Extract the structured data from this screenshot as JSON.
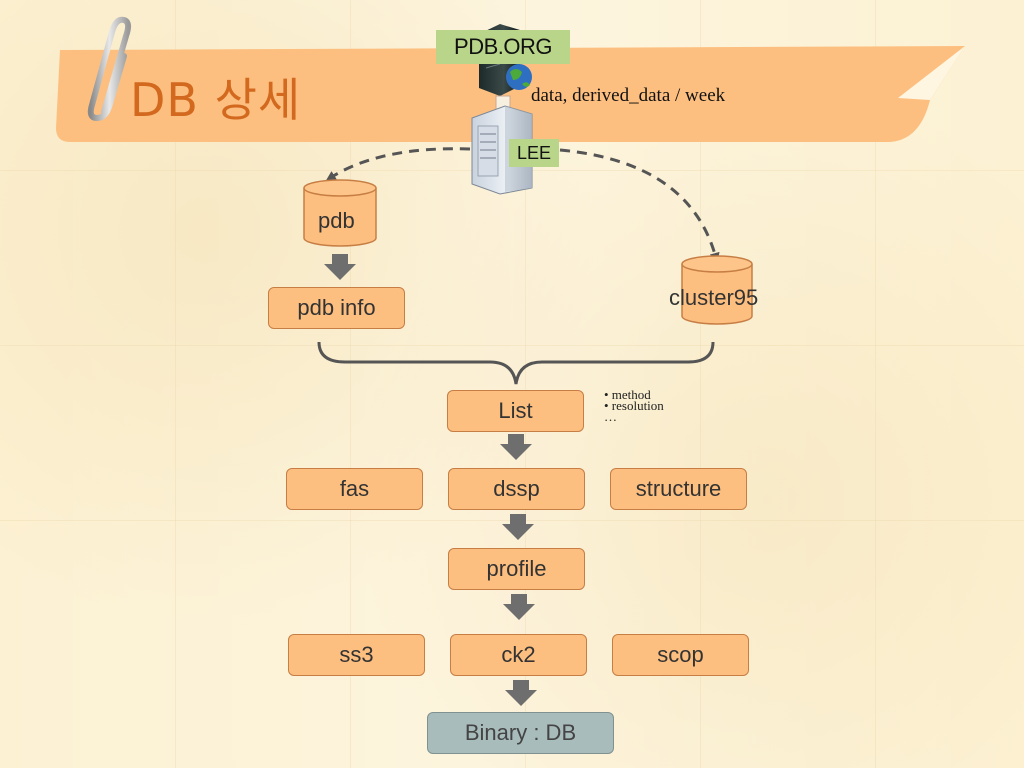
{
  "slide": {
    "title": "DB 상세",
    "source_label": "PDB.ORG",
    "transfer_label": "data, derived_data / week",
    "server_label": "LEE"
  },
  "databases": {
    "pdb": "pdb",
    "cluster": "cluster95"
  },
  "boxes": {
    "pdb_info": "pdb info",
    "list": "List",
    "fas": "fas",
    "dssp": "dssp",
    "structure": "structure",
    "profile": "profile",
    "ss3": "ss3",
    "ck2": "ck2",
    "scop": "scop",
    "binary": "Binary : DB"
  },
  "list_notes": [
    "• method",
    "• resolution",
    "…"
  ],
  "colors": {
    "box_fill": "#fdbf7f",
    "box_border": "#c77e44",
    "binary_fill": "#a9bcbc",
    "banner": "#fdbf7f",
    "label_bg": "#b9d58a",
    "title": "#d2691e"
  }
}
